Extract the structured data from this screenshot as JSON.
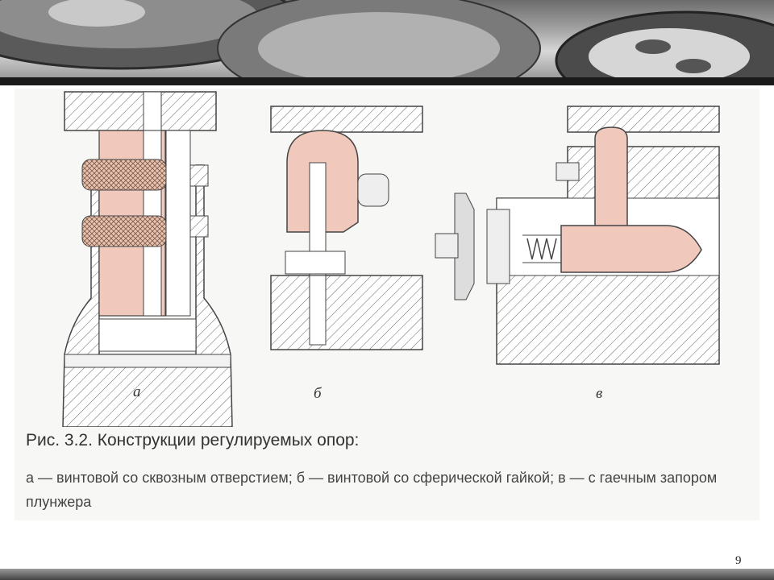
{
  "figure": {
    "labels": {
      "a": "а",
      "b": "б",
      "c": "в"
    },
    "caption_title": "Рис. 3.2. Конструкции регулируемых опор:",
    "caption_desc": "а — винтовой со сквозным отверстием; б — винтовой со сферической гайкой; в — с гаечным запором плунжера"
  },
  "page_number": "9",
  "colors": {
    "part_fill": "#f0c8bc",
    "hatch_line": "#666666",
    "outline": "#444444",
    "knurl": "#b58a74"
  }
}
